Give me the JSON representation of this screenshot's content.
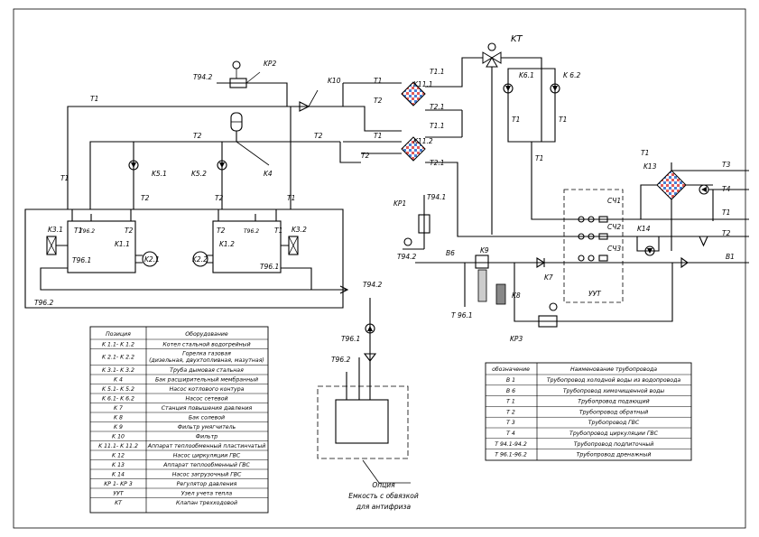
{
  "pipes": {
    "t1": "T1",
    "t2": "T2",
    "t3": "T3",
    "t4": "T4",
    "t11": "T1.1",
    "t21": "T2.1",
    "t941": "T94.1",
    "t942": "T94.2",
    "t961": "T96.1",
    "t962": "T96.2",
    "v1": "B1",
    "v6": "B6",
    "t961b": "T 96.1"
  },
  "equipment": {
    "k11": "K1.1",
    "k12": "K1.2",
    "k21": "K2.1",
    "k22": "K2.2",
    "k31": "K3.1",
    "k32": "K3.2",
    "k4": "K4",
    "k51": "K5.1",
    "k52": "K5.2",
    "k61": "K6.1",
    "k62": "K 6.2",
    "k7": "K7",
    "k8": "K8",
    "k9": "K9",
    "k10": "K10",
    "k111": "K11.1",
    "k112": "K11.2",
    "k13": "K13",
    "k14": "K14",
    "kp1": "KP1",
    "kp2": "KP2",
    "kp3": "KP3",
    "kt": "KT",
    "uut": "УУТ",
    "sch1": "СЧ1",
    "sch2": "СЧ2",
    "sch3": "СЧ3"
  },
  "option": {
    "line1": "Опция",
    "line2": "Емкость с обвязкой",
    "line3": "для антифриза"
  },
  "equipment_table": {
    "headers": [
      "Позиция",
      "Оборудование"
    ],
    "rows": [
      [
        "K 1.1- K 1.2",
        "Котел стальной водогрейный"
      ],
      [
        "K 2.1- K 2.2",
        "Горелка газовая|(дизельная, двухтопливная, мазутная)"
      ],
      [
        "K 3.1- K 3.2",
        "Труба дымовая стальная"
      ],
      [
        "K 4",
        "Бак расширительный мембранный"
      ],
      [
        "K 5.1- K 5.2",
        "Насос котлового контура"
      ],
      [
        "K 6.1- K 6.2",
        "Насос сетевой"
      ],
      [
        "K 7",
        "Станция повышения давления"
      ],
      [
        "K 8",
        "Бак солевой"
      ],
      [
        "K 9",
        "Фильтр умягчитель"
      ],
      [
        "K 10",
        "Фильтр"
      ],
      [
        "K 11.1- K 11.2",
        "Аппарат теплообменный пластинчатый"
      ],
      [
        "K 12",
        "Насос циркуляции ГВС"
      ],
      [
        "K 13",
        "Аппарат теплообменный ГВС"
      ],
      [
        "K 14",
        "Насос загрузочный ГВС"
      ],
      [
        "KP 1- KP 3",
        "Регулятор давления"
      ],
      [
        "УУТ",
        "Узел учета тепла"
      ],
      [
        "KT",
        "Клапан трехходовой"
      ]
    ]
  },
  "pipe_table": {
    "headers": [
      "обозначение",
      "Наименование трубопровода"
    ],
    "rows": [
      [
        "B 1",
        "Трубопровод холодной воды из водопровода"
      ],
      [
        "B 6",
        "Трубопровод химочищенной воды"
      ],
      [
        "T 1",
        "Трубопровод подающий"
      ],
      [
        "T 2",
        "Трубопровод обратный"
      ],
      [
        "T 3",
        "Трубопровод ГВС"
      ],
      [
        "T 4",
        "Трубопровод циркуляции ГВС"
      ],
      [
        "T 94.1-94.2",
        "Трубопровод подпиточный"
      ],
      [
        "T 96.1-96.2",
        "Трубопровод дренажный"
      ]
    ]
  }
}
